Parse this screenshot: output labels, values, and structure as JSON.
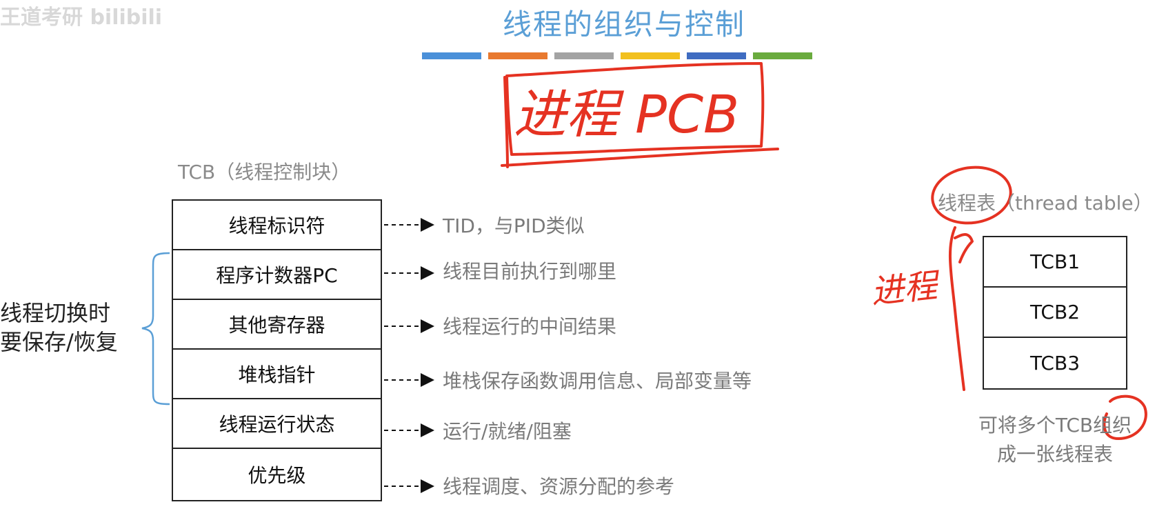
{
  "watermark": "王道考研 bilibili",
  "slide": {
    "title": "线程的组织与控制",
    "color_bar": [
      "#4a90d9",
      "#e8792f",
      "#a3a3a3",
      "#f2c01e",
      "#3f6cc1",
      "#6aab3e"
    ]
  },
  "handwriting": {
    "main": "进程 PCB",
    "side": "进程",
    "color": "#e53222"
  },
  "tcb": {
    "title": "TCB（线程控制块）",
    "rows": [
      {
        "field": "线程标识符",
        "desc": "TID，与PID类似"
      },
      {
        "field": "程序计数器PC",
        "desc": "线程目前执行到哪里"
      },
      {
        "field": "其他寄存器",
        "desc": "线程运行的中间结果"
      },
      {
        "field": "堆栈指针",
        "desc": "堆栈保存函数调用信息、局部变量等"
      },
      {
        "field": "线程运行状态",
        "desc": "运行/就绪/阻塞"
      },
      {
        "field": "优先级",
        "desc": "线程调度、资源分配的参考"
      }
    ],
    "save_note": [
      "线程切换时",
      "要保存/恢复"
    ],
    "brace_color": "#5b9fd6"
  },
  "thread_table": {
    "title_highlight": "线程表",
    "title_rest": "（thread table）",
    "rows": [
      "TCB1",
      "TCB2",
      "TCB3"
    ],
    "caption": [
      "可将多个TCB组织",
      "成一张线程表"
    ]
  }
}
